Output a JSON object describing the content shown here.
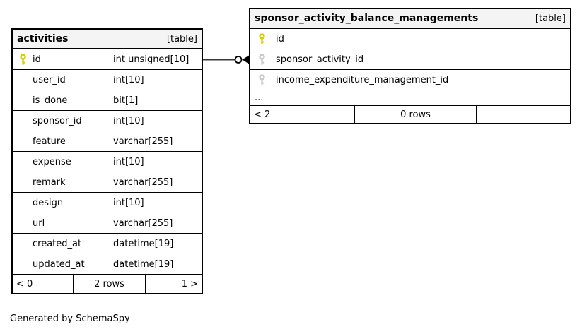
{
  "diagram": {
    "generated_by": "Generated by SchemaSpy"
  },
  "colors": {
    "background": "#ffffff",
    "border": "#000000",
    "header_bg": "#f4f4f4",
    "primary_key": "#d4ce00",
    "foreign_key": "#c9c9c9",
    "connector": "#383838"
  },
  "icons": {
    "primary_key": "yellow-key-icon",
    "foreign_key": "gray-key-icon"
  },
  "relationship": {
    "from": "activities.id",
    "to": "sponsor_activity_balance_managements.sponsor_activity_id",
    "style": "line with open circle and crow-foot arrow at foreign table"
  },
  "tables": [
    {
      "name": "activities",
      "kind": "[table]",
      "columns": [
        {
          "name": "id",
          "type": "int unsigned[10]",
          "key": "primary"
        },
        {
          "name": "user_id",
          "type": "int[10]",
          "key": ""
        },
        {
          "name": "is_done",
          "type": "bit[1]",
          "key": ""
        },
        {
          "name": "sponsor_id",
          "type": "int[10]",
          "key": ""
        },
        {
          "name": "feature",
          "type": "varchar[255]",
          "key": ""
        },
        {
          "name": "expense",
          "type": "int[10]",
          "key": ""
        },
        {
          "name": "remark",
          "type": "varchar[255]",
          "key": ""
        },
        {
          "name": "design",
          "type": "int[10]",
          "key": ""
        },
        {
          "name": "url",
          "type": "varchar[255]",
          "key": ""
        },
        {
          "name": "created_at",
          "type": "datetime[19]",
          "key": ""
        },
        {
          "name": "updated_at",
          "type": "datetime[19]",
          "key": ""
        }
      ],
      "footer": {
        "left": "< 0",
        "center": "2 rows",
        "right": "1 >"
      }
    },
    {
      "name": "sponsor_activity_balance_managements",
      "kind": "[table]",
      "columns": [
        {
          "name": "id",
          "type": "",
          "key": "primary"
        },
        {
          "name": "sponsor_activity_id",
          "type": "",
          "key": "foreign"
        },
        {
          "name": "income_expenditure_management_id",
          "type": "",
          "key": "foreign"
        }
      ],
      "ellipsis": "...",
      "footer": {
        "left": "< 2",
        "center": "0 rows",
        "right": ""
      }
    }
  ]
}
